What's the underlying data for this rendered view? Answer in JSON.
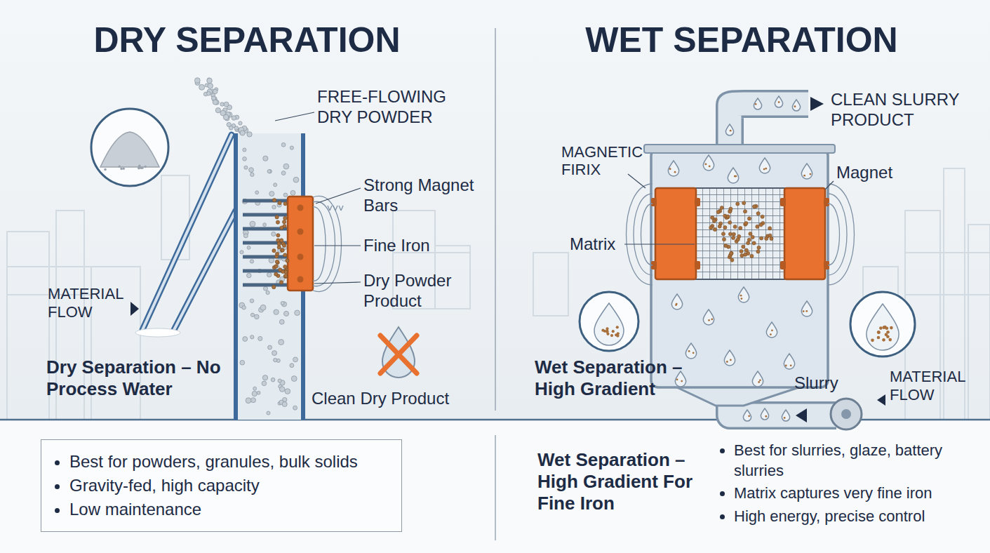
{
  "diagram": {
    "nodes": [
      {
        "text": [
          "Best for powders, granules, bulk solids",
          "Gravity-fed, high capacity",
          "Low maintenance"
        ]
      }
    ],
    "labels": [
      "DRY SEPARATION",
      "WET SEPARATION",
      "FREE-FLOWING DRY POWDER",
      "Strong Magnet Bars",
      "Fine Iron",
      "Dry Powder Product",
      "MATERIAL FLOW",
      "Dry Separation – No Process Water",
      "Clean Dry Product",
      "CLEAN SLURRY PRODUCT",
      "MAGNETIC FIRIX",
      "Magnet",
      "Matrix",
      "Slurry",
      "MATERIAL FLOW",
      "Wet Separation – High Gradient",
      "Wet Separation – High Gradient For Fine Iron",
      "Best for slurries, glaze, battery slurries",
      "Matrix captures very fine iron",
      "High energy, precise control"
    ]
  }
}
